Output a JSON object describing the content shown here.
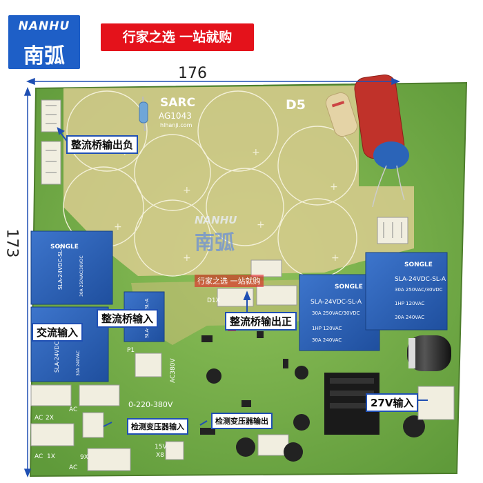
{
  "logo": {
    "en": "NANHU",
    "cn": "南弧"
  },
  "slogan": "行家之选  一站就购",
  "dimensions": {
    "width": "176",
    "height": "173"
  },
  "board": {
    "brand": "SARC",
    "model": "AG1043",
    "site": "hlhanji.com",
    "variant": "D5",
    "relay_brand": "SONGLE",
    "relay_model": "SLA-24VDC-SL-A",
    "relay_rating_1": "30A 250VAC/30VDC",
    "relay_rating_2": "1HP 120VAC",
    "relay_rating_3": "30A 240VAC",
    "voltage_label": "0-220-380V",
    "ac380_label": "AC380V",
    "ac_label": "AC",
    "v15_label": "15V",
    "p1_label": "P1",
    "x1_label": "1X",
    "x2_label": "2X",
    "x9_label": "9X",
    "d1x_label": "D1X",
    "x8_label": "X8"
  },
  "callouts": {
    "rectifier_out_neg": "整流桥输出负",
    "ac_input": "交流输入",
    "rectifier_input": "整流桥输入",
    "rectifier_out_pos": "整流桥输出正",
    "transformer_detect_in": "检测变压器输入",
    "transformer_detect_out": "检测变压器输出",
    "v27_input": "27V输入"
  },
  "watermark": {
    "en": "NANHU",
    "cn": "南弧",
    "slogan": "行家之选  一站就购"
  },
  "colors": {
    "pcb": "#78b04a",
    "trace": "#d8c98a",
    "relay": "#2a5fb5",
    "callout_border": "#1f4fb3",
    "brand_blue": "#1e5fc7",
    "slogan_red": "#e4121b"
  }
}
